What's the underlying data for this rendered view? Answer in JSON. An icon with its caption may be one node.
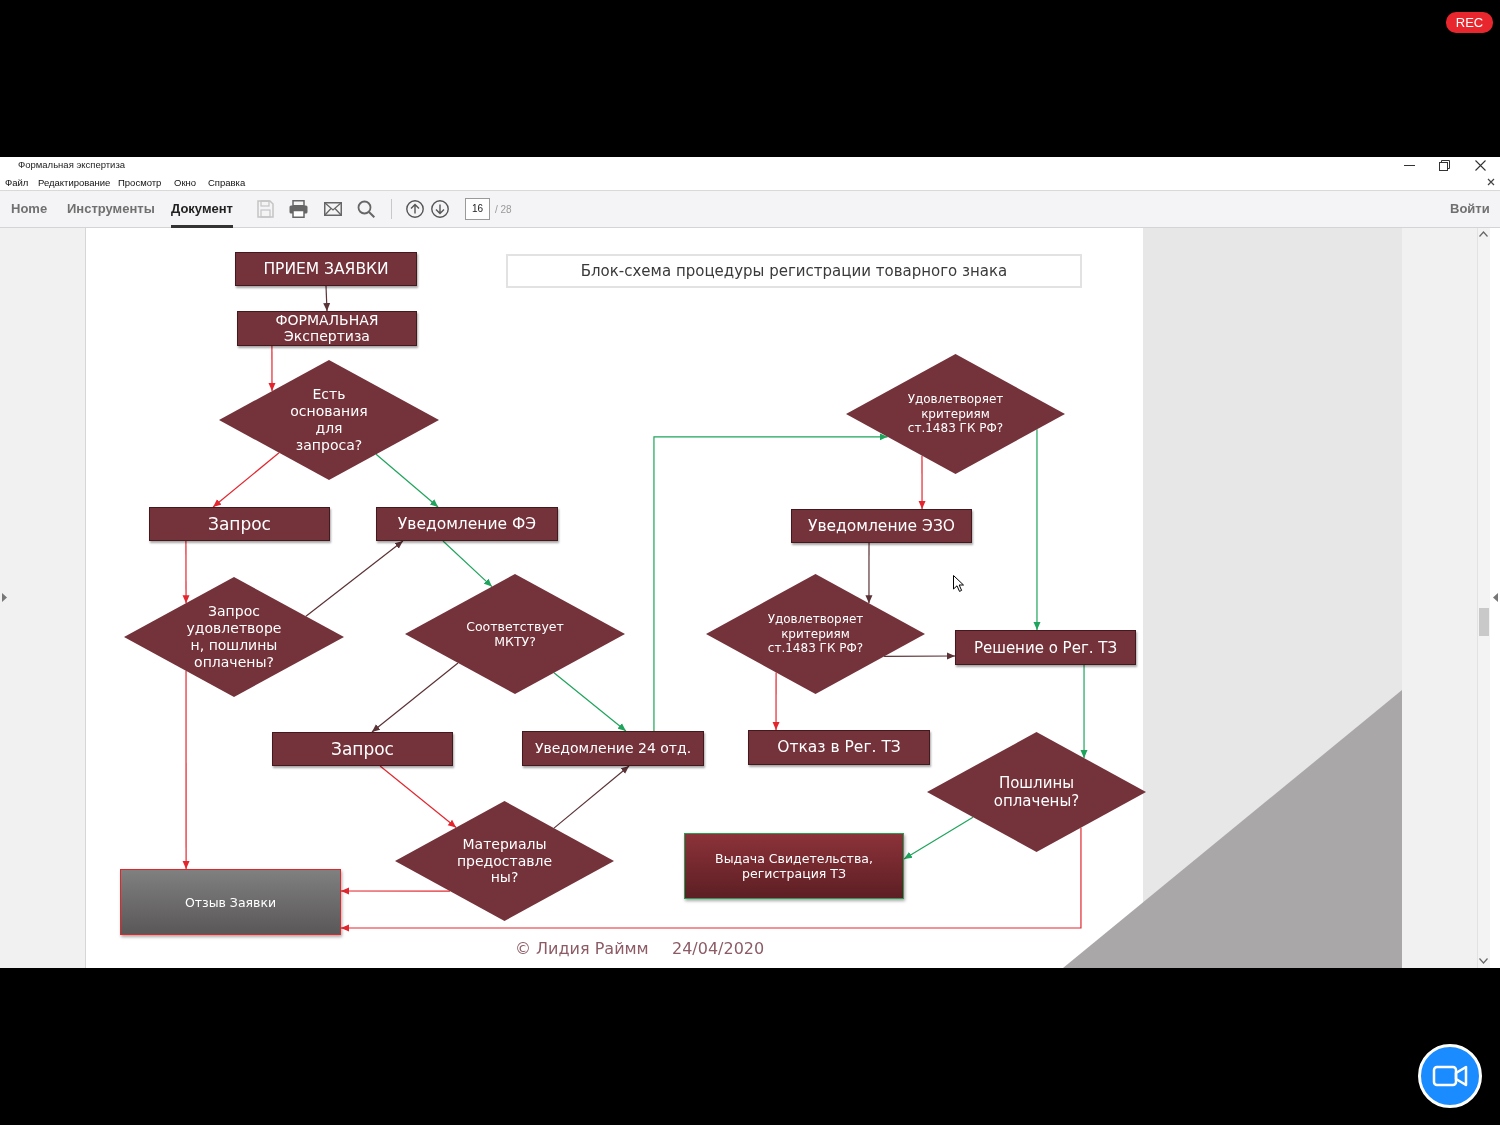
{
  "diagram": {
    "title": "Блок-схема процедуры регистрации товарного знака",
    "nodes": [
      {
        "text": [
          "ПРИЕМ ЗАЯВКИ"
        ]
      },
      {
        "text": [
          "ФОРМАЛЬНАЯ Экспертиза"
        ]
      },
      {
        "text": [
          "Есть основания для запроса?"
        ]
      },
      {
        "text": [
          "Удовлетворяет критериям ст.1483 ГК РФ?"
        ]
      },
      {
        "text": [
          "Запрос"
        ]
      },
      {
        "text": [
          "Уведомление ФЭ"
        ]
      },
      {
        "text": [
          "Уведомление ЭЗО"
        ]
      },
      {
        "text": [
          "Запрос удовлетворен, пошлины оплачены?"
        ]
      },
      {
        "text": [
          "Соответствует МКТУ?"
        ]
      },
      {
        "text": [
          "Удовлетворяет критериям ст.1483 ГК РФ?"
        ]
      },
      {
        "text": [
          "Решение о Рег. ТЗ"
        ]
      },
      {
        "text": [
          "Запрос"
        ]
      },
      {
        "text": [
          "Уведомление 24 отд."
        ]
      },
      {
        "text": [
          "Отказ в Рег. ТЗ"
        ]
      },
      {
        "text": [
          "Пошлины оплачены?"
        ]
      },
      {
        "text": [
          "Материалы предоставлены?"
        ]
      },
      {
        "text": [
          "Выдача Свидетельства, регистрация ТЗ"
        ]
      },
      {
        "text": [
          "Отзыв Заявки"
        ]
      }
    ],
    "edges": [
      {
        "from": 0,
        "to": 1,
        "arrow": "to",
        "color": "#5b3236"
      },
      {
        "from": 1,
        "to": 2,
        "arrow": "to"
      },
      {
        "from": 2,
        "to": 4,
        "arrow": "to"
      },
      {
        "from": 2,
        "to": 5,
        "arrow": "to",
        "color": "#1ea45c"
      },
      {
        "from": 4,
        "to": 7,
        "arrow": "to"
      },
      {
        "from": 7,
        "to": 5,
        "arrow": "to",
        "color": "#5b3236"
      },
      {
        "from": 5,
        "to": 8,
        "arrow": "to",
        "color": "#1ea45c"
      },
      {
        "from": 8,
        "to": 11,
        "arrow": "to",
        "color": "#5b3236"
      },
      {
        "from": 8,
        "to": 12,
        "arrow": "to",
        "color": "#1ea45c"
      },
      {
        "from": 7,
        "to": 17,
        "arrow": "to"
      },
      {
        "from": 11,
        "to": 15,
        "arrow": "to"
      },
      {
        "from": 15,
        "to": 12,
        "arrow": "to",
        "color": "#5b3236"
      },
      {
        "from": 15,
        "to": 17,
        "arrow": "to"
      },
      {
        "from": 12,
        "to": 3,
        "arrow": "to",
        "color": "#1ea45c"
      },
      {
        "from": 3,
        "to": 6,
        "arrow": "to"
      },
      {
        "from": 3,
        "to": 10,
        "arrow": "to",
        "color": "#1ea45c"
      },
      {
        "from": 6,
        "to": 9,
        "arrow": "to",
        "color": "#5b3236"
      },
      {
        "from": 9,
        "to": 10,
        "arrow": "to",
        "color": "#5b3236"
      },
      {
        "from": 9,
        "to": 13,
        "arrow": "to"
      },
      {
        "from": 10,
        "to": 14,
        "arrow": "to",
        "color": "#1ea45c"
      },
      {
        "from": 14,
        "to": 16,
        "arrow": "to",
        "color": "#1ea45c"
      },
      {
        "from": 14,
        "to": 17,
        "arrow": "to"
      }
    ],
    "labels": [
      "REC",
      "Формальная экспертиза",
      "Файл",
      "Редактирование",
      "Просмотр",
      "Окно",
      "Справка",
      "Home",
      "Инструменты",
      "Документ",
      "16",
      "/ 28",
      "Войти",
      "© Лидия Раймм",
      "24/04/2020"
    ]
  }
}
